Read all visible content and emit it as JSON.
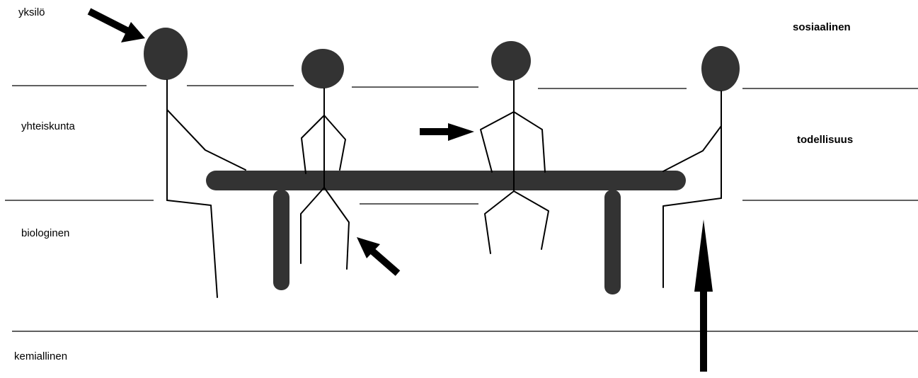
{
  "levels": {
    "individual": "yksilö",
    "society": "yhteiskunta",
    "biological": "biologinen",
    "chemical": "kemiallinen"
  },
  "right_labels": {
    "social": "sosiaalinen",
    "reality": "todellisuus"
  },
  "colors": {
    "ink": "#000000",
    "figure": "#333333"
  }
}
